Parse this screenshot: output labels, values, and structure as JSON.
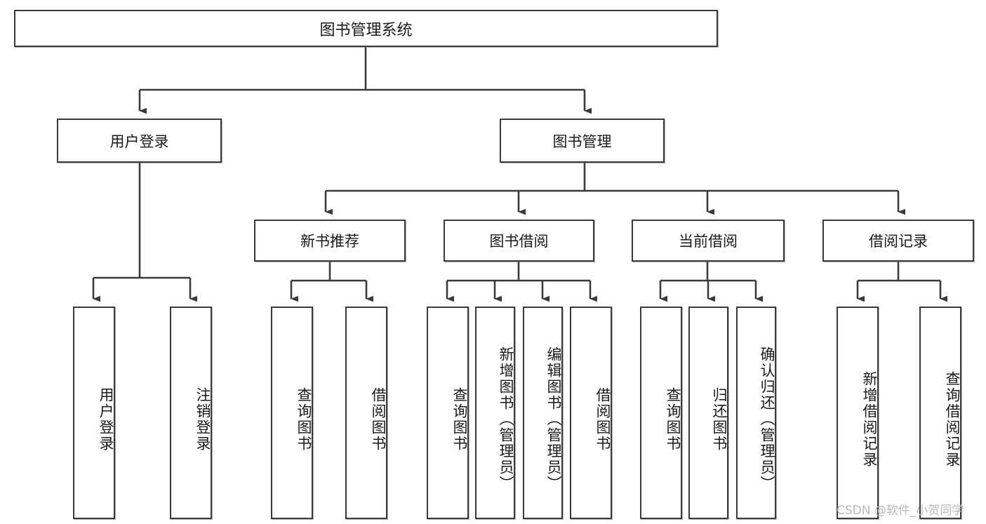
{
  "diagram": {
    "title": "图书管理系统",
    "type": "functional-structure-tree",
    "watermark": "CSDN @软件_小贺同学",
    "colors": {
      "border": "#3a3a3a",
      "fill": "#ffffff",
      "text": "#1a1a1a",
      "watermark": "#b9b9b9"
    },
    "nodes": {
      "root": {
        "label": "图书管理系统"
      },
      "level1": [
        {
          "id": "user-login",
          "label": "用户登录"
        },
        {
          "id": "book-manage",
          "label": "图书管理"
        }
      ],
      "level2": [
        {
          "id": "new-book-recommend",
          "label": "新书推荐"
        },
        {
          "id": "book-borrow",
          "label": "图书借阅"
        },
        {
          "id": "current-borrow",
          "label": "当前借阅"
        },
        {
          "id": "borrow-record",
          "label": "借阅记录"
        }
      ],
      "leaves": {
        "user-login": [
          {
            "id": "leaf-user-login",
            "label": "用户登录"
          },
          {
            "id": "leaf-user-logout",
            "label": "注销登录"
          }
        ],
        "new-book-recommend": [
          {
            "id": "leaf-query-book-1",
            "label": "查询图书"
          },
          {
            "id": "leaf-borrow-book-1",
            "label": "借阅图书"
          }
        ],
        "book-borrow": [
          {
            "id": "leaf-query-book-2",
            "label": "查询图书"
          },
          {
            "id": "leaf-add-book",
            "label": "新增图书（管理员）"
          },
          {
            "id": "leaf-edit-book",
            "label": "编辑图书（管理员）"
          },
          {
            "id": "leaf-borrow-book-2",
            "label": "借阅图书"
          }
        ],
        "current-borrow": [
          {
            "id": "leaf-query-book-3",
            "label": "查询图书"
          },
          {
            "id": "leaf-return-book",
            "label": "归还图书"
          },
          {
            "id": "leaf-confirm-return",
            "label": "确认归还（管理员）"
          }
        ],
        "borrow-record": [
          {
            "id": "leaf-add-record",
            "label": "新增借阅记录"
          },
          {
            "id": "leaf-query-record",
            "label": "查询借阅记录"
          }
        ]
      }
    }
  }
}
